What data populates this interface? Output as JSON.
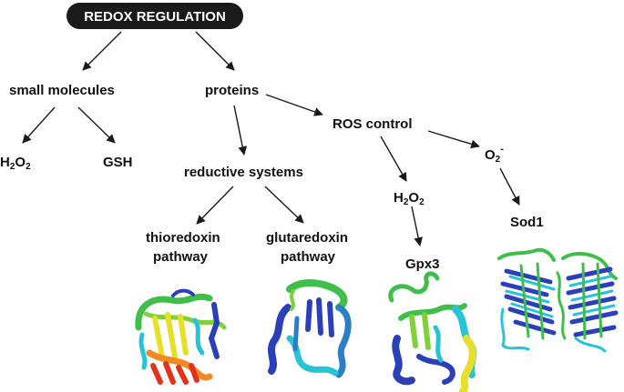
{
  "root": "REDOX REGULATION",
  "nodes": {
    "small_molecules": "small molecules",
    "proteins": "proteins",
    "h2o2_left": {
      "base": "H",
      "sub1": "2",
      "mid": "O",
      "sub2": "2"
    },
    "gsh": "GSH",
    "ros_control": "ROS control",
    "superoxide": {
      "base": "O",
      "sub": "2",
      "sup": "-"
    },
    "reductive_systems": "reductive systems",
    "h2o2_right": {
      "base": "H",
      "sub1": "2",
      "mid": "O",
      "sub2": "2"
    },
    "thioredoxin_line1": "thioredoxin",
    "thioredoxin_line2": "pathway",
    "glutaredoxin_line1": "glutaredoxin",
    "glutaredoxin_line2": "pathway",
    "gpx3": "Gpx3",
    "sod1": "Sod1"
  },
  "colors": {
    "root_bg": "#1a1a1a",
    "root_text": "#ffffff",
    "text": "#111111",
    "arrow": "#1a1a1a",
    "ribbon_blue": "#2b3fb8",
    "ribbon_cyan": "#27c4d8",
    "ribbon_green": "#3fbf4a",
    "ribbon_yellow": "#e8df2a",
    "ribbon_orange": "#f08a24",
    "ribbon_red": "#e2321c"
  },
  "structures": [
    "thioredoxin-structure",
    "glutaredoxin-structure",
    "gpx3-structure",
    "sod1-dimer-structure"
  ]
}
